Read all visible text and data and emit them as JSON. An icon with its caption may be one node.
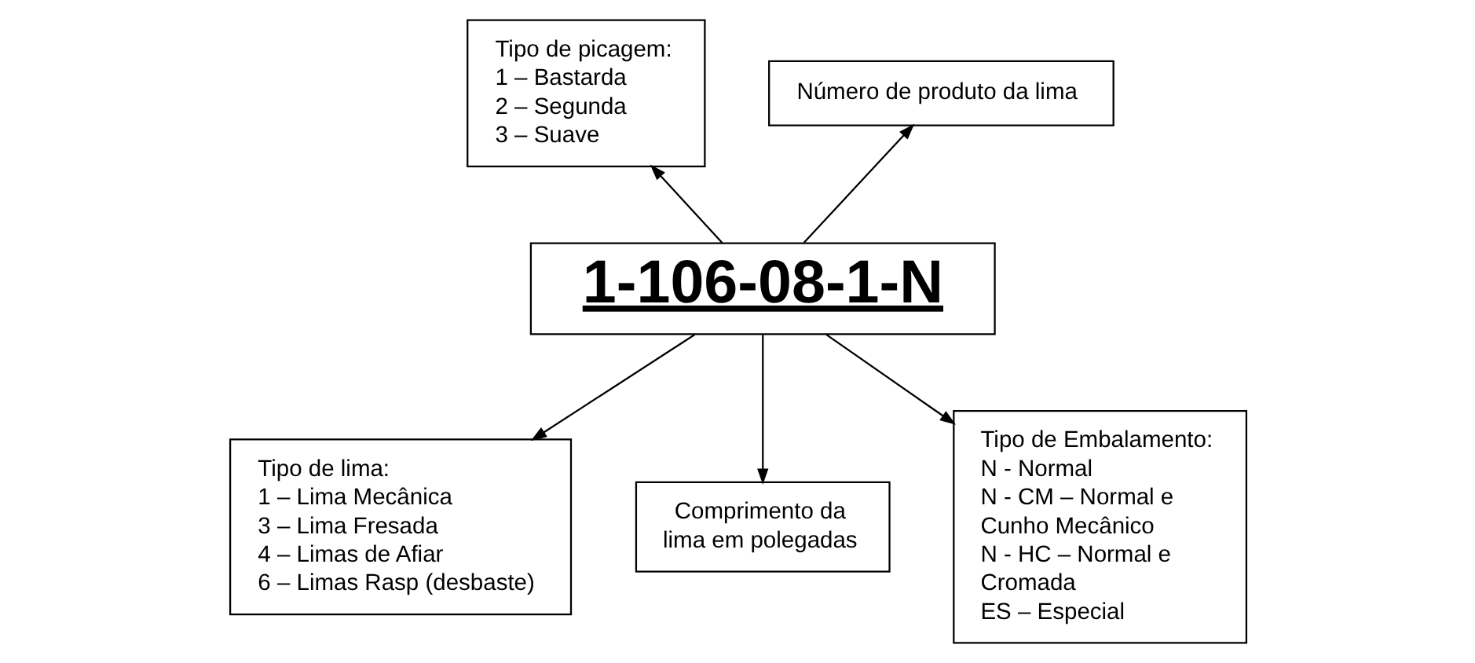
{
  "diagram": {
    "nodes": [
      {
        "text": [
          "Tipo de picagem:",
          "1 – Bastarda",
          "2 – Segunda",
          "3 – Suave"
        ]
      },
      {
        "text": [
          "Número de produto da lima"
        ]
      },
      {
        "text": [
          "1-106-08-1-N"
        ]
      },
      {
        "text": [
          "Tipo de lima:",
          "1 – Lima Mecânica",
          "3 – Lima Fresada",
          "4 – Limas de Afiar",
          "6 – Limas Rasp (desbaste)"
        ]
      },
      {
        "text": [
          "Comprimento da lima em polegadas"
        ]
      },
      {
        "text": [
          "Tipo de Embalamento:",
          "N - Normal",
          "N - CM – Normal e Cunho Mecânico",
          "N - HC – Normal e Cromada",
          "ES – Especial"
        ]
      }
    ],
    "edges": [
      {
        "from": 2,
        "to": 3,
        "arrow": "to"
      },
      {
        "from": 2,
        "to": 1,
        "arrow": "to"
      },
      {
        "from": 2,
        "to": 4,
        "arrow": "to"
      },
      {
        "from": 2,
        "to": 0,
        "arrow": "to"
      },
      {
        "from": 2,
        "to": 5,
        "arrow": "to"
      }
    ]
  }
}
